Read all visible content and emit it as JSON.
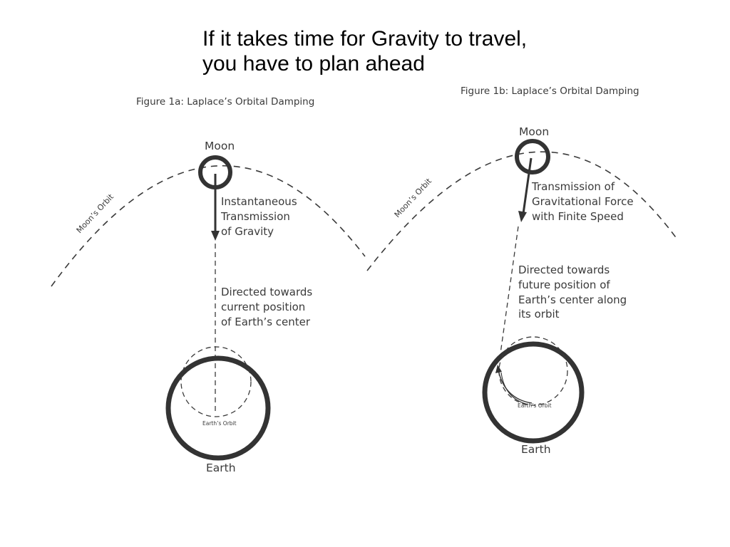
{
  "title": {
    "line1": "If it takes time for Gravity to travel,",
    "line2": "you have to plan ahead"
  },
  "figure_a": {
    "caption": "Figure 1a:  Laplace’s Orbital Damping",
    "moon_label": "Moon",
    "orbit_label": "Moon’s Orbit",
    "transmission_lines": [
      "Instantaneous",
      "Transmission",
      "of Gravity"
    ],
    "direction_lines": [
      "Directed towards",
      "current position",
      "of Earth’s center"
    ],
    "earth_orbit_label": "Earth’s Orbit",
    "earth_label": "Earth"
  },
  "figure_b": {
    "caption": "Figure 1b: Laplace’s Orbital Damping",
    "moon_label": "Moon",
    "orbit_label": "Moon’s Orbit",
    "transmission_lines": [
      "Transmission of",
      "Gravitational Force",
      "with Finite Speed"
    ],
    "direction_lines": [
      "Directed towards",
      "future position of",
      "Earth’s center along",
      "its orbit"
    ],
    "earth_orbit_label": "Earth’s Orbit",
    "earth_label": "Earth"
  }
}
